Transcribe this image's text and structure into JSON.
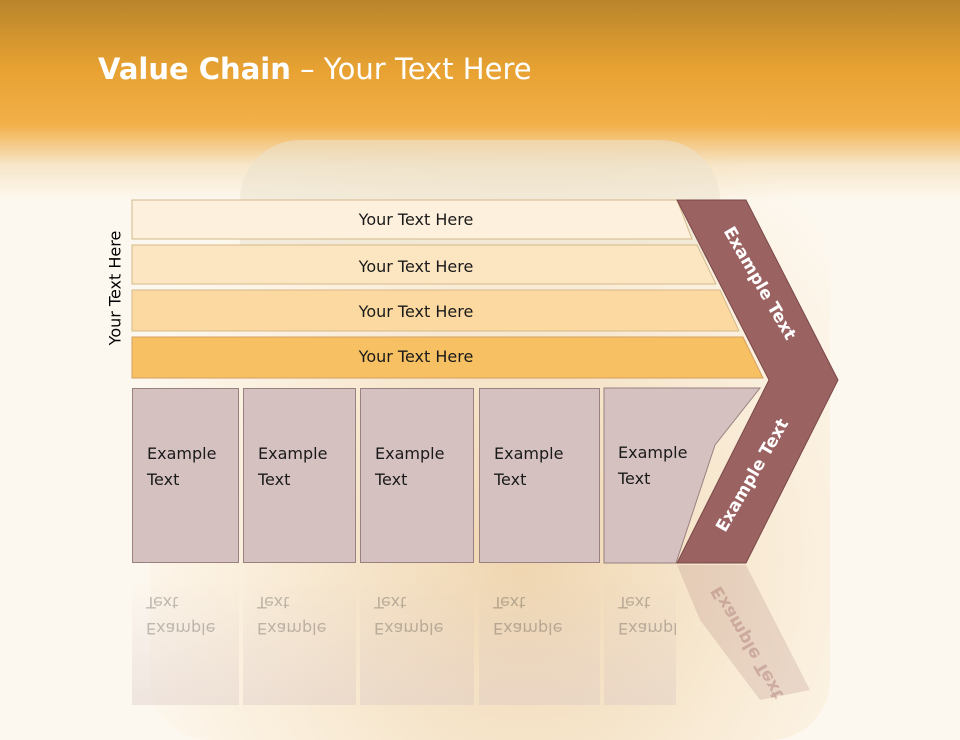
{
  "title": {
    "bold": "Value Chain",
    "rest": " – Your Text Here"
  },
  "side_label": "Your Text Here",
  "bars": [
    {
      "label": "Your Text Here",
      "color": "#fdf0dc"
    },
    {
      "label": "Your Text Here",
      "color": "#fce6c2"
    },
    {
      "label": "Your Text Here",
      "color": "#fbd9a0"
    },
    {
      "label": "Your Text Here",
      "color": "#f7c063"
    }
  ],
  "boxes": [
    {
      "line1": "Example",
      "line2": "Text"
    },
    {
      "line1": "Example",
      "line2": "Text"
    },
    {
      "line1": "Example",
      "line2": "Text"
    },
    {
      "line1": "Example",
      "line2": "Text"
    },
    {
      "line1": "Example",
      "line2": "Text"
    }
  ],
  "chevron": {
    "upper_label": "Example Text",
    "lower_label": "Example Text",
    "color": "#9b6262"
  }
}
